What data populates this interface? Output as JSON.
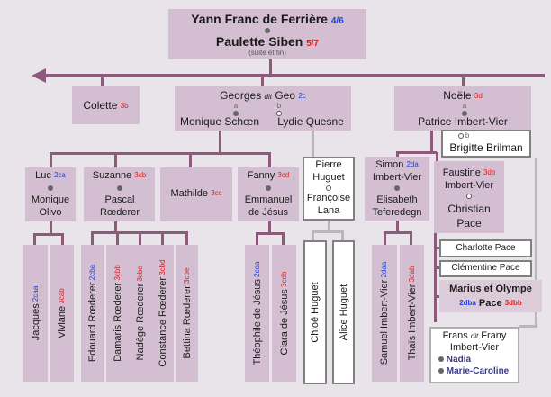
{
  "root": {
    "father": "Yann Franc de Ferrière",
    "father_ref": "4/6",
    "mother": "Paulette Siben",
    "mother_ref": "5/7",
    "note": "(suite et fin)"
  },
  "gen1": {
    "colette": {
      "name": "Colette",
      "ref": "3b"
    },
    "georges": {
      "name": "Georges",
      "dit": "dit",
      "alias": "Geo",
      "ref": "2c",
      "spouse_a_mark": "a",
      "spouse_a": "Monique Schœn",
      "spouse_b_mark": "b",
      "spouse_b": "Lydie Quesne"
    },
    "noele": {
      "name": "Noële",
      "ref": "3d",
      "spouse_a_mark": "a",
      "spouse_a": "Patrice Imbert-Vier",
      "spouse_b_mark": "b",
      "spouse_b": "Brigitte Brilman"
    }
  },
  "gen2": {
    "luc": {
      "name": "Luc",
      "ref": "2ca",
      "spouse": "Monique Olivo"
    },
    "suzanne": {
      "name": "Suzanne",
      "ref": "3cb",
      "spouse": "Pascal Rœderer"
    },
    "mathilde": {
      "name": "Mathilde",
      "ref": "3cc"
    },
    "fanny": {
      "name": "Fanny",
      "ref": "3cd",
      "spouse": "Emmanuel de Jésus"
    },
    "pierre": {
      "line1": "Pierre",
      "line2": "Huguet",
      "line3": "Françoise",
      "line4": "Lana"
    },
    "simon": {
      "name": "Simon",
      "ref": "2da",
      "surname": "Imbert-Vier",
      "spouse": "Elisabeth Teferedegn"
    },
    "faustine": {
      "name": "Faustine",
      "ref": "3db",
      "surname": "Imbert-Vier",
      "spouse": "Christian Pace"
    }
  },
  "grandchildren": [
    {
      "name": "Jacques",
      "ref": "2caa"
    },
    {
      "name": "Viviane",
      "ref": "3cab"
    },
    {
      "name": "Edouard Rœderer",
      "ref": "2cba"
    },
    {
      "name": "Damaris Rœderer",
      "ref": "3cbb"
    },
    {
      "name": "Nadège Rœderer",
      "ref": "3cbc"
    },
    {
      "name": "Constance Rœderer",
      "ref": "3cbd"
    },
    {
      "name": "Bettina Rœderer",
      "ref": "3cbe"
    },
    {
      "name": "Théophile de Jésus",
      "ref": "2cda"
    },
    {
      "name": "Clara de Jésus",
      "ref": "3cdb"
    },
    {
      "name": "Chloé Huguet",
      "ref": ""
    },
    {
      "name": "Alice Huguet",
      "ref": ""
    },
    {
      "name": "Samuel Imbert-Vier",
      "ref": "2daa"
    },
    {
      "name": "Thaïs Imbert-Vier",
      "ref": "3dab"
    }
  ],
  "pace": {
    "charlotte": "Charlotte Pace",
    "clementine": "Clémentine Pace",
    "marius_line1": "Marius  et  Olympe",
    "marius_ref1": "2dba",
    "marius_line2": "Pace",
    "marius_ref2": "3dbb"
  },
  "frans": {
    "line1": "Frans",
    "dit": "dit",
    "alias": "Frany",
    "line2": "Imbert-Vier",
    "child1": "Nadia",
    "child2": "Marie-Caroline"
  },
  "colors": {
    "box": "#d4bfd2",
    "line": "#8e5a7c",
    "ref_red": "#e02020",
    "ref_blue": "#2040e0"
  }
}
